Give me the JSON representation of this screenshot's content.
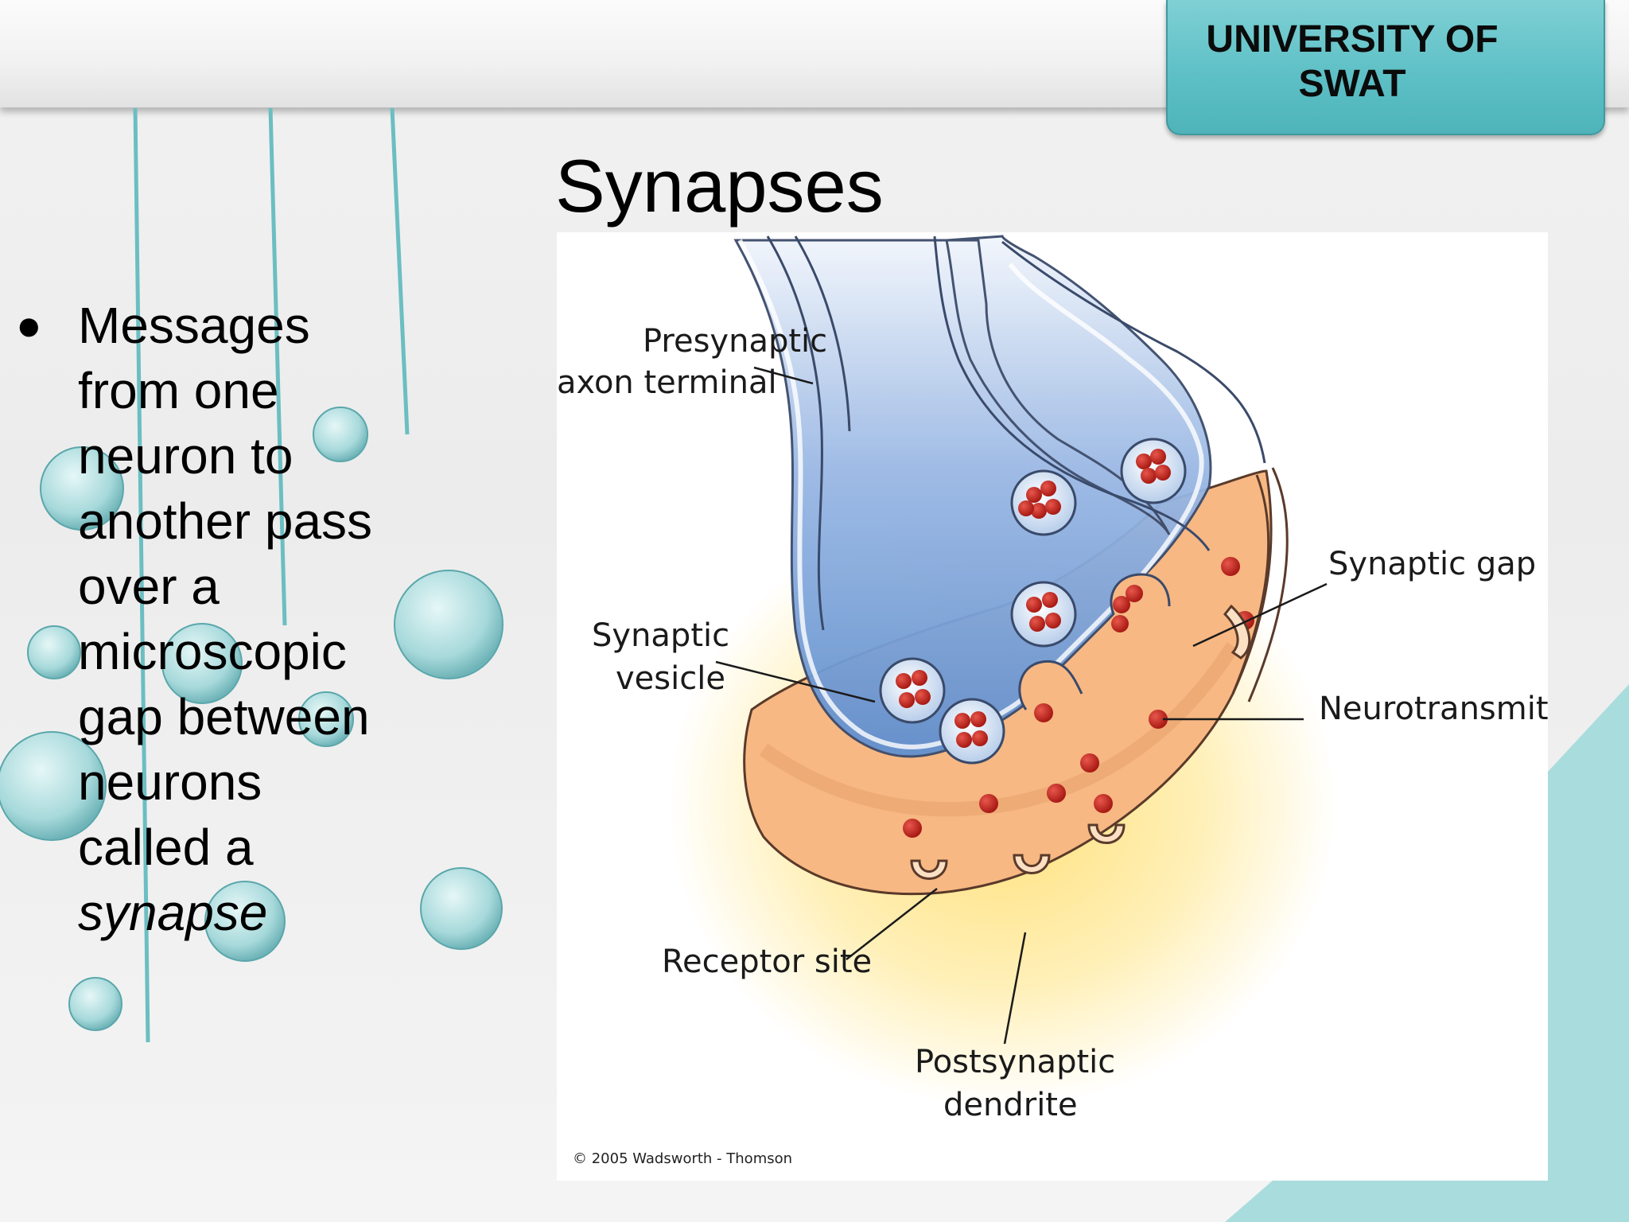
{
  "header": {
    "university": "UNIVERSITY OF\nSWAT"
  },
  "slide": {
    "title": "Synapses",
    "bullet": {
      "text_main": "Messages from one neuron to another pass over a microscopic gap between neurons called a",
      "text_italic": "synapse"
    }
  },
  "diagram": {
    "labels": {
      "presynaptic_1": "Presynaptic",
      "presynaptic_2": "axon terminal",
      "synaptic_gap": "Synaptic gap",
      "vesicle_1": "Synaptic",
      "vesicle_2": "vesicle",
      "neurotransmitter": "Neurotransmitter",
      "receptor_site": "Receptor site",
      "postsynaptic_1": "Postsynaptic",
      "postsynaptic_2": "dendrite"
    },
    "copyright": "© 2005 Wadsworth - Thomson"
  },
  "colors": {
    "accent": "#5bbfc5",
    "axon_blue": "#6b9bd6",
    "dendrite_orange": "#f7b27a",
    "neurotransmitter_red": "#c62a22"
  }
}
